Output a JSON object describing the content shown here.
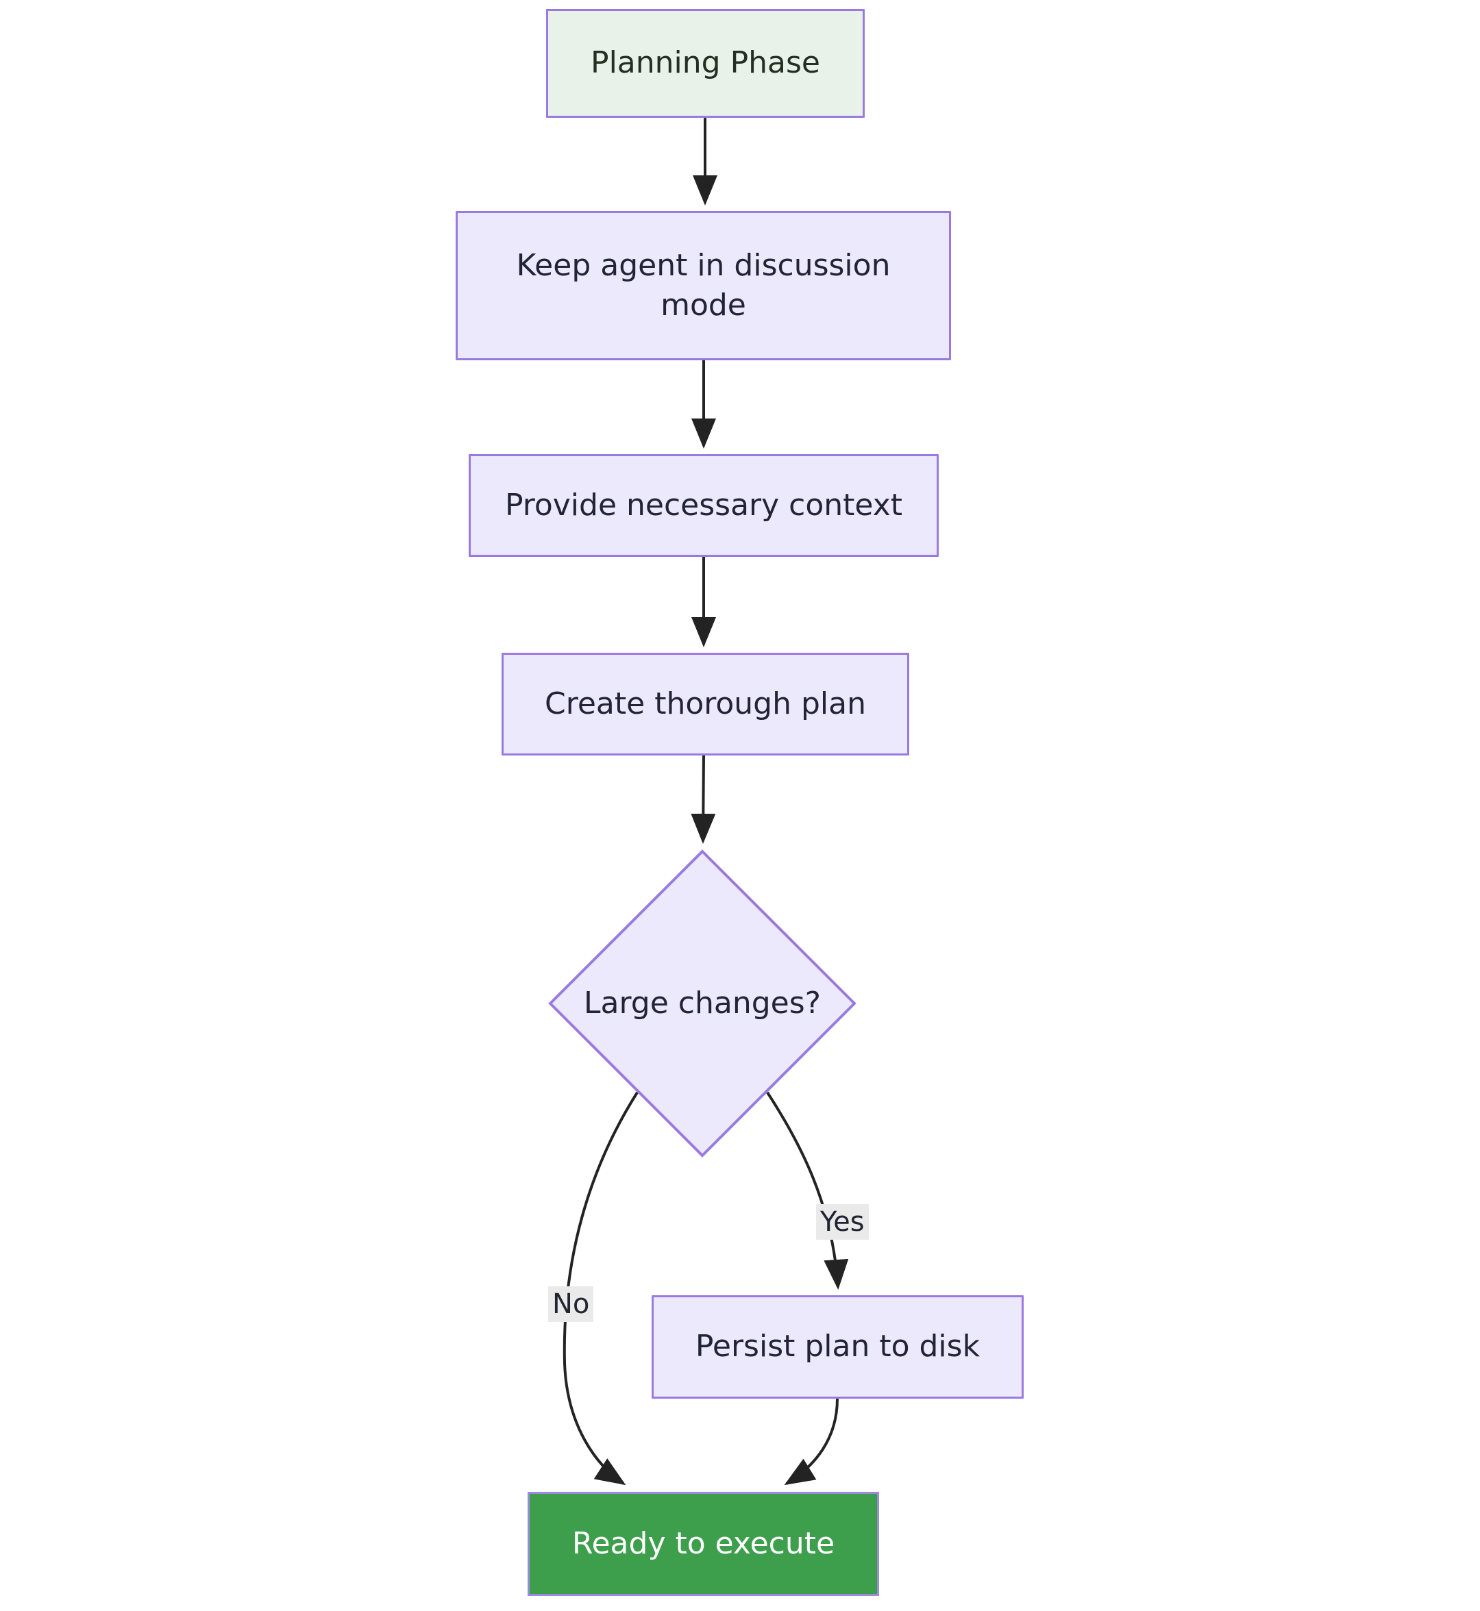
{
  "diagram": {
    "type": "flowchart",
    "orientation": "top-down",
    "title": "Planning Phase flowchart",
    "background_color": "#ffffff",
    "palette": {
      "node_fill_default": "#ebe9fb",
      "node_border_default": "#9a7ae0",
      "start_node_fill": "#e9f2e9",
      "end_node_fill": "#3d9e4c",
      "end_node_text": "#ffffff",
      "edge_color": "#1f1f1f",
      "edge_label_bg": "#eaeaea",
      "text_color": "#222436"
    },
    "nodes": [
      {
        "id": "start",
        "label": "Planning Phase",
        "shape": "rectangle"
      },
      {
        "id": "discussion",
        "label": "Keep agent in discussion\nmode",
        "shape": "rectangle"
      },
      {
        "id": "context",
        "label": "Provide necessary context",
        "shape": "rectangle"
      },
      {
        "id": "plan",
        "label": "Create thorough plan",
        "shape": "rectangle"
      },
      {
        "id": "decision",
        "label": "Large changes?",
        "shape": "diamond"
      },
      {
        "id": "persist",
        "label": "Persist plan to disk",
        "shape": "rectangle"
      },
      {
        "id": "ready",
        "label": "Ready to execute",
        "shape": "rectangle"
      }
    ],
    "edges": [
      {
        "from": "start",
        "to": "discussion",
        "label": ""
      },
      {
        "from": "discussion",
        "to": "context",
        "label": ""
      },
      {
        "from": "context",
        "to": "plan",
        "label": ""
      },
      {
        "from": "plan",
        "to": "decision",
        "label": ""
      },
      {
        "from": "decision",
        "to": "persist",
        "label": "Yes"
      },
      {
        "from": "decision",
        "to": "ready",
        "label": "No"
      },
      {
        "from": "persist",
        "to": "ready",
        "label": ""
      }
    ]
  }
}
